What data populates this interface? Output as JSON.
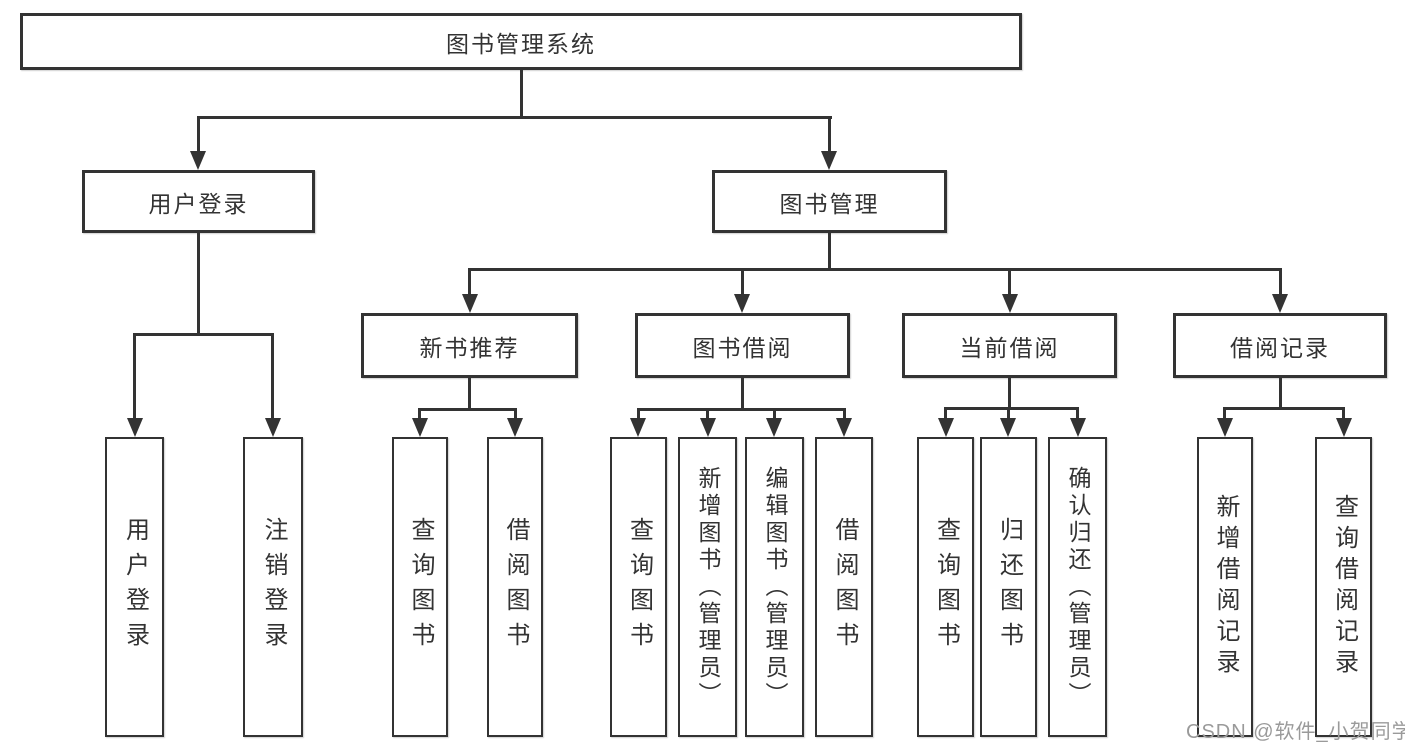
{
  "tree": {
    "label": "图书管理系统",
    "children": [
      {
        "label": "用户登录",
        "children": [
          {
            "label": "用户登录"
          },
          {
            "label": "注销登录"
          }
        ]
      },
      {
        "label": "图书管理",
        "children": [
          {
            "label": "新书推荐",
            "children": [
              {
                "label": "查询图书"
              },
              {
                "label": "借阅图书"
              }
            ]
          },
          {
            "label": "图书借阅",
            "children": [
              {
                "label": "查询图书"
              },
              {
                "label": "新增图书（管理员）"
              },
              {
                "label": "编辑图书（管理员）"
              },
              {
                "label": "借阅图书"
              }
            ]
          },
          {
            "label": "当前借阅",
            "children": [
              {
                "label": "查询图书"
              },
              {
                "label": "归还图书"
              },
              {
                "label": "确认归还（管理员）"
              }
            ]
          },
          {
            "label": "借阅记录",
            "children": [
              {
                "label": "新增借阅记录"
              },
              {
                "label": "查询借阅记录"
              }
            ]
          }
        ]
      }
    ]
  },
  "watermark": "CSDN @软件_小贺同学",
  "colors": {
    "line": "#333333",
    "box_border": "#333333",
    "text": "#333333",
    "background": "#ffffff",
    "watermark": "#9a9a9a"
  }
}
